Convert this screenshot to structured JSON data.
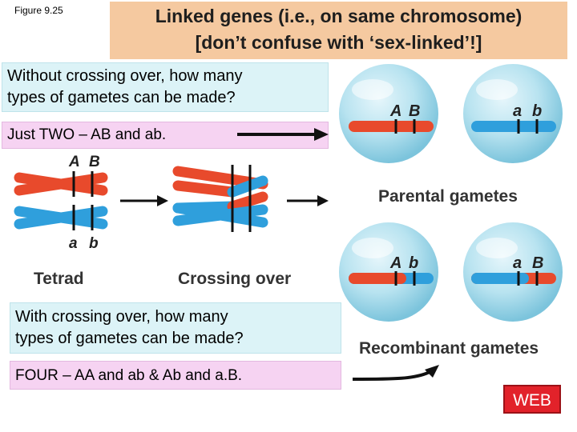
{
  "figure_label": "Figure 9.25",
  "title": {
    "line1": "Linked genes (i.e., on same chromosome)",
    "line2": "[don’t confuse with ‘sex-linked’!]"
  },
  "question_1": {
    "line1": "Without crossing over, how many",
    "line2": "types of gametes can be made?"
  },
  "answer_1": "Just TWO – AB and ab.",
  "question_2": {
    "line1": "With crossing over, how many",
    "line2": "types of gametes can be made?"
  },
  "answer_2": "FOUR – AA and ab & Ab and a.B.",
  "figure": {
    "tetrad_label": "Tetrad",
    "crossing_over_label": "Crossing over",
    "parental_label": "Parental gametes",
    "recombinant_label": "Recombinant gametes",
    "tetrad_top_alleles": [
      "A",
      "B"
    ],
    "tetrad_bottom_alleles": [
      "a",
      "b"
    ],
    "parental_gametes": [
      [
        "A",
        "B"
      ],
      [
        "a",
        "b"
      ]
    ],
    "recombinant_gametes": [
      [
        "A",
        "b"
      ],
      [
        "a",
        "B"
      ]
    ]
  },
  "web_button": "WEB",
  "colors": {
    "title_bg": "#f5c9a0",
    "question_bg": "#dcf3f7",
    "answer_bg": "#f6d3f2",
    "maternal_red": "#e84a2c",
    "paternal_blue": "#2f9fdc",
    "cell_blue": "#a8dcec",
    "web_red": "#e2222a"
  }
}
